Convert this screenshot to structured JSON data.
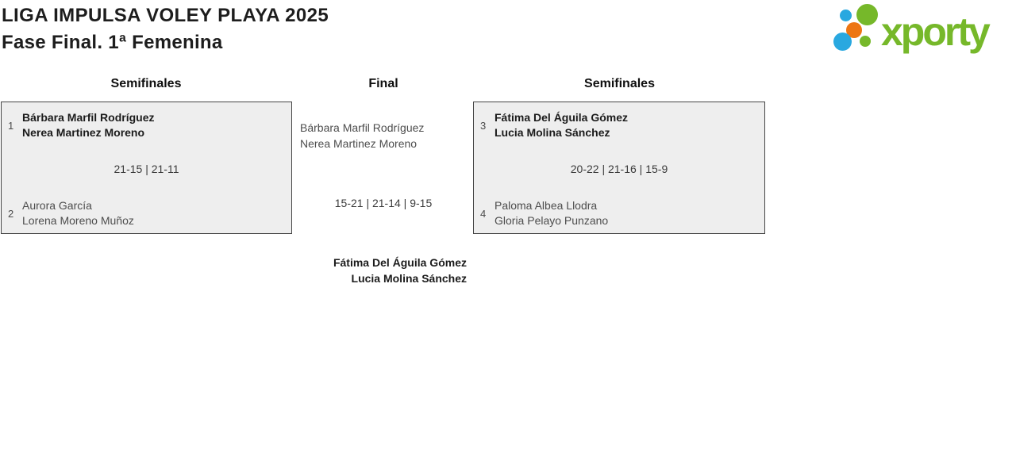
{
  "header": {
    "title": "LIGA IMPULSA VOLEY PLAYA 2025",
    "subtitle": "Fase Final. 1ª Femenina"
  },
  "brand": {
    "name": "xporty"
  },
  "colors": {
    "accent_green": "#76b82a",
    "dot_blue": "#29a8e0",
    "dot_orange": "#ed7613",
    "box_fill": "#eeeeee",
    "box_border": "#444444"
  },
  "matches": {
    "semifinal_left": {
      "round": "Semifinales",
      "team1": {
        "seed": "1",
        "players": [
          "Bárbara Marfil Rodríguez",
          "Nerea Martinez Moreno"
        ],
        "winner": true
      },
      "score": "21-15 | 21-11",
      "team2": {
        "seed": "2",
        "players": [
          "Aurora García",
          "Lorena Moreno Muñoz"
        ],
        "winner": false
      }
    },
    "final": {
      "round": "Final",
      "team1": {
        "players": [
          "Bárbara Marfil Rodríguez",
          "Nerea Martinez Moreno"
        ],
        "winner": false
      },
      "score": "15-21 | 21-14 | 9-15",
      "winner": {
        "players": [
          "Fátima Del Águila Gómez",
          "Lucia Molina Sánchez"
        ]
      }
    },
    "semifinal_right": {
      "round": "Semifinales",
      "team1": {
        "seed": "3",
        "players": [
          "Fátima Del Águila Gómez",
          "Lucia Molina Sánchez"
        ],
        "winner": true
      },
      "score": "20-22 | 21-16 | 15-9",
      "team2": {
        "seed": "4",
        "players": [
          "Paloma Albea Llodra",
          "Gloria Pelayo Punzano"
        ],
        "winner": false
      }
    }
  }
}
